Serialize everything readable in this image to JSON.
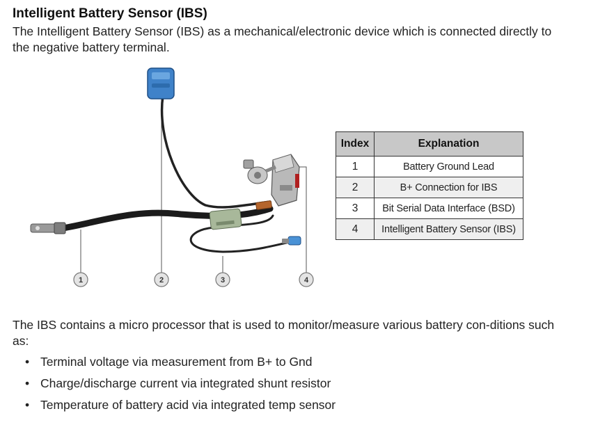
{
  "title": "Intelligent Battery Sensor (IBS)",
  "intro": "The Intelligent Battery Sensor (IBS) as a mechanical/electronic device which is connected directly to the negative battery terminal.",
  "figure": {
    "callouts": [
      "1",
      "2",
      "3",
      "4"
    ]
  },
  "legend_table": {
    "headers": [
      "Index",
      "Explanation"
    ],
    "rows": [
      {
        "index": "1",
        "explanation": "Battery Ground Lead"
      },
      {
        "index": "2",
        "explanation": "B+ Connection for IBS"
      },
      {
        "index": "3",
        "explanation": "Bit Serial Data Interface (BSD)"
      },
      {
        "index": "4",
        "explanation": "Intelligent Battery Sensor (IBS)"
      }
    ]
  },
  "body": {
    "paragraph": "The IBS contains a micro processor that is used to monitor/measure various battery con-ditions such as:",
    "bullets": [
      "Terminal voltage via measurement from B+ to Gnd",
      "Charge/discharge current via integrated shunt resistor",
      "Temperature of battery acid via integrated temp sensor"
    ]
  }
}
